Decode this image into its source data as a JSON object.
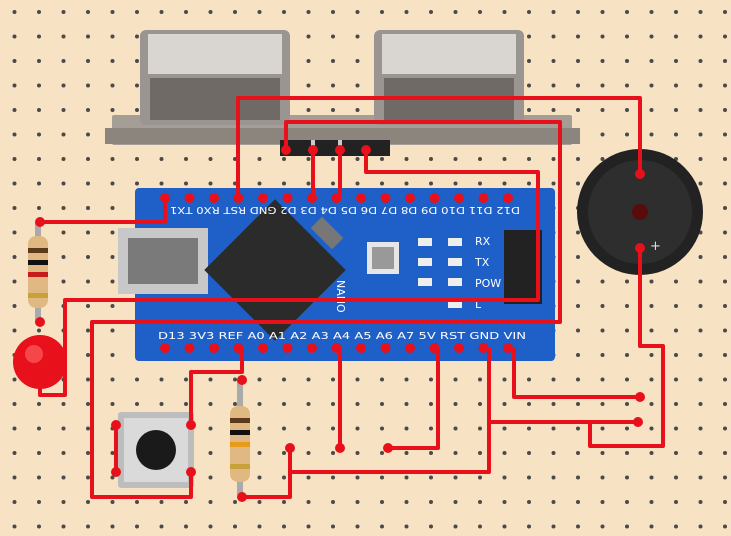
{
  "arduino": {
    "top_pins": [
      "TX1",
      "RX0",
      "RST",
      "GND",
      "D2",
      "D3",
      "D4",
      "D5",
      "D6",
      "D7",
      "D8",
      "D9",
      "D10",
      "D11",
      "D12"
    ],
    "bottom_pins": [
      "D13",
      "3V3",
      "REF",
      "A0",
      "A1",
      "A2",
      "A3",
      "A4",
      "A5",
      "A6",
      "A7",
      "5V",
      "RST",
      "GND",
      "VIN"
    ],
    "top_label_text": "D12 D11 D10 D9 D8 D7 D6 D5 D4 D3 D2 GND RST RX0 TX1",
    "bottom_label_text": "D13 3V3 REF A0 A1 A2 A3 A4 A5 A6 A7 5V RST GND VIN",
    "leds": [
      "RX",
      "TX",
      "POW",
      "L"
    ],
    "brand": "NANO"
  },
  "colors": {
    "breadboard": "#f7e3c3",
    "wire": "#e8101a",
    "pcb": "#1e5fc8"
  }
}
